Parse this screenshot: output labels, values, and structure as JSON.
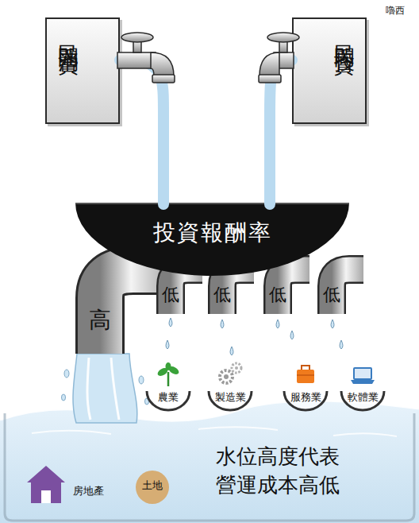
{
  "diagram": {
    "nodes": [
      {
        "text": [
          "民間消費"
        ]
      },
      {
        "text": [
          "民間投資"
        ]
      },
      {
        "text": [
          "投資報酬率"
        ]
      },
      {
        "text": [
          "高"
        ]
      },
      {
        "text": [
          "低"
        ]
      },
      {
        "text": [
          "低"
        ]
      },
      {
        "text": [
          "低"
        ]
      },
      {
        "text": [
          "低"
        ]
      },
      {
        "text": [
          "農業"
        ]
      },
      {
        "text": [
          "製造業"
        ]
      },
      {
        "text": [
          "服務業"
        ]
      },
      {
        "text": [
          "軟體業"
        ]
      },
      {
        "text": [
          "房地產"
        ]
      },
      {
        "text": [
          "土地"
        ]
      }
    ],
    "edges": [
      {
        "from": 0,
        "to": 2,
        "arrow": "none"
      },
      {
        "from": 1,
        "to": 2,
        "arrow": "none"
      }
    ],
    "labels": [
      "嚕西",
      "水位高度代表 營運成本高低"
    ]
  }
}
